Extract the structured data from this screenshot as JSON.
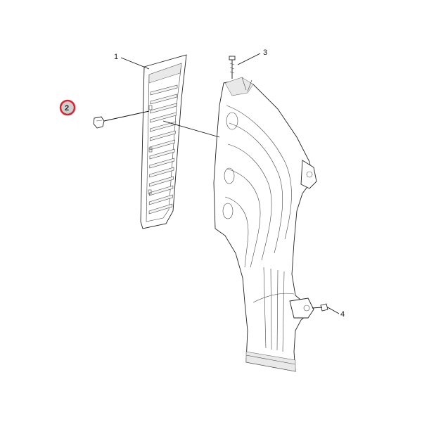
{
  "diagram": {
    "callouts": [
      {
        "id": "c1",
        "label": "1"
      },
      {
        "id": "c2",
        "label": "2",
        "highlight": true
      },
      {
        "id": "c3",
        "label": "3"
      },
      {
        "id": "c4",
        "label": "4"
      }
    ],
    "highlight_color": "#d9252f",
    "line_color": "#111111"
  }
}
